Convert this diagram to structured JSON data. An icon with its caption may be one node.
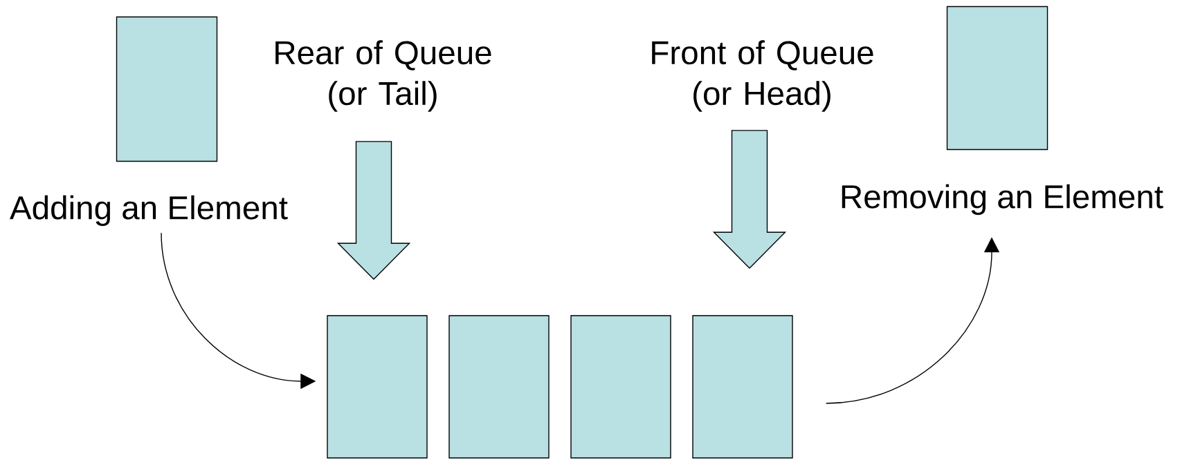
{
  "diagram": {
    "nodes": [
      {
        "text": [],
        "shape": "box"
      },
      {
        "text": [
          "Rear of Queue (or Tail)"
        ]
      },
      {
        "text": [
          "Front of Queue (or Head)"
        ]
      },
      {
        "text": [],
        "shape": "box"
      },
      {
        "text": [
          "Adding an Element"
        ]
      },
      {
        "text": [
          "Removing an Element"
        ]
      },
      {
        "text": [],
        "shape": "box"
      },
      {
        "text": [],
        "shape": "box"
      },
      {
        "text": [],
        "shape": "box"
      },
      {
        "text": [],
        "shape": "box"
      }
    ],
    "edges": [
      {
        "from": 4,
        "to": 6,
        "arrow": "to"
      },
      {
        "from": 9,
        "to": 5,
        "arrow": "to"
      },
      {
        "from": 1,
        "to": 6,
        "arrow": "to",
        "style": "thick"
      },
      {
        "from": 2,
        "to": 9,
        "arrow": "to",
        "style": "thick"
      }
    ]
  }
}
